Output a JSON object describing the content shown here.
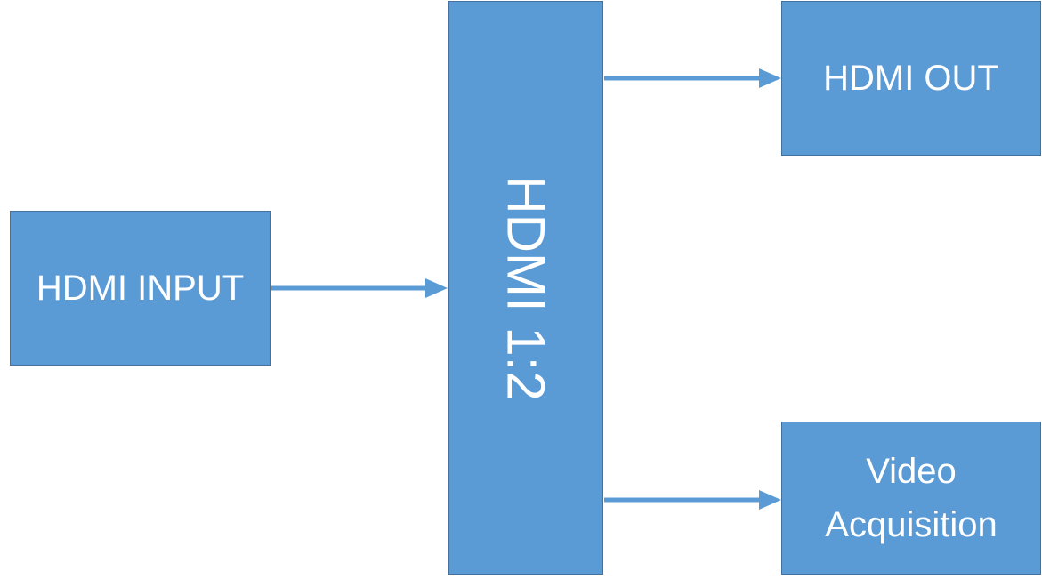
{
  "diagram": {
    "nodes": [
      {
        "id": "input",
        "label": "HDMI INPUT"
      },
      {
        "id": "splitter",
        "label": "HDMI 1:2"
      },
      {
        "id": "output",
        "label": "HDMI OUT"
      },
      {
        "id": "video",
        "label": "Video\nAcquisition"
      }
    ],
    "edges": [
      {
        "from": "input",
        "to": "splitter"
      },
      {
        "from": "splitter",
        "to": "output"
      },
      {
        "from": "splitter",
        "to": "video"
      }
    ]
  },
  "colors": {
    "box_fill": "#5b9bd5",
    "box_border": "#41719c",
    "arrow": "#5b9bd5",
    "text": "#ffffff"
  }
}
